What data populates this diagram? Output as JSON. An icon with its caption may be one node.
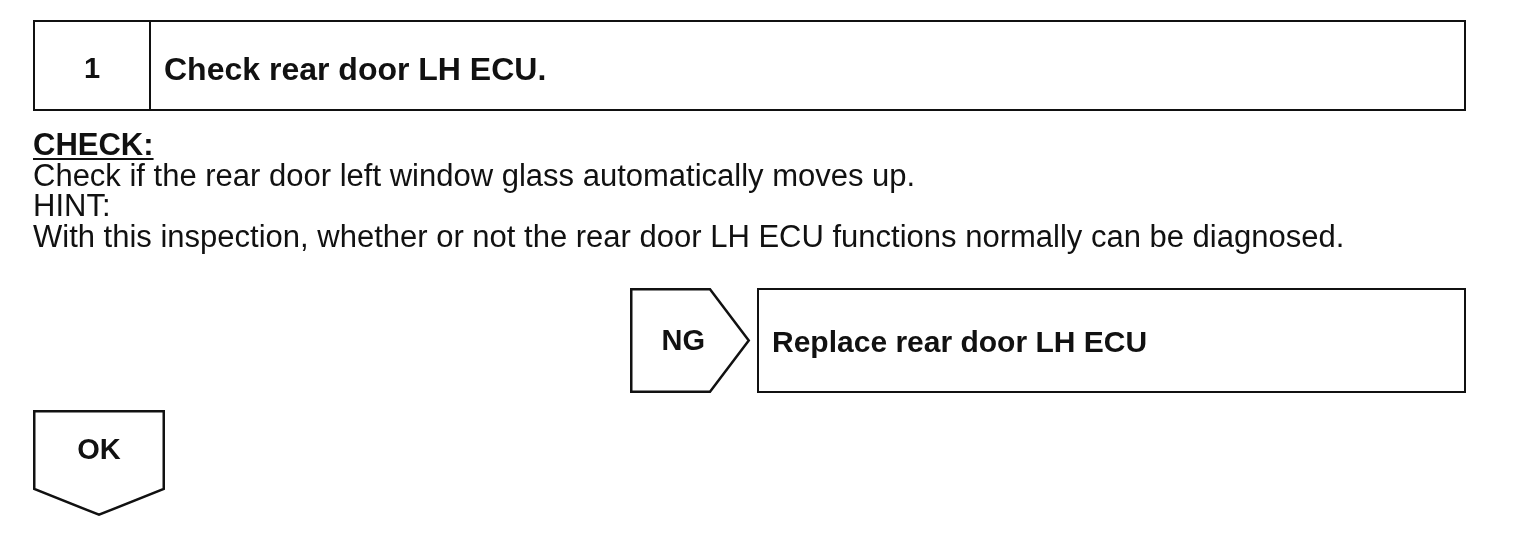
{
  "diagram": {
    "nodes": [
      {
        "text": [
          "1",
          "Check rear door LH ECU."
        ]
      },
      {
        "text": [
          "NG"
        ]
      },
      {
        "text": [
          "Replace rear door LH ECU"
        ]
      },
      {
        "text": [
          "OK"
        ]
      }
    ],
    "labels": [
      "CHECK:",
      "Check if the rear door left window glass automatically moves up.",
      "HINT:",
      "With this inspection, whether or not the rear door LH ECU functions normally can be diagnosed."
    ]
  }
}
